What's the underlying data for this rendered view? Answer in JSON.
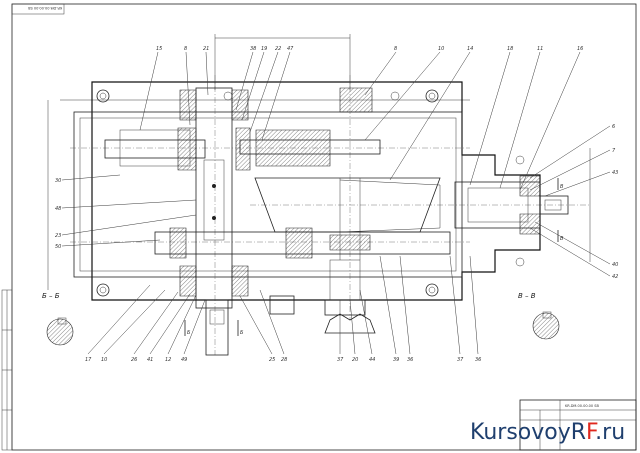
{
  "corner_stamp": "KR.DM.00.00.00 SB",
  "title_block": {
    "designation": "KR.DM.00.00.00 SB"
  },
  "sections": {
    "b_b": "Б – Б",
    "v_v": "В – В"
  },
  "view_marks": {
    "b": "Б",
    "v": "В"
  },
  "callouts_top": [
    "15",
    "8",
    "21",
    "38",
    "19",
    "22",
    "47",
    "8",
    "10",
    "14",
    "18",
    "11",
    "16"
  ],
  "callouts_left": [
    "30",
    "48",
    "23",
    "50"
  ],
  "callouts_right": [
    "6",
    "7",
    "43",
    "40",
    "42"
  ],
  "callouts_bottom": [
    "17",
    "10",
    "26",
    "41",
    "12",
    "49",
    "25",
    "28",
    "37",
    "20",
    "44",
    "39",
    "36",
    "37",
    "36"
  ],
  "watermark": {
    "part1": "KursovoyR",
    "part2": "F",
    "part3": ".ru"
  }
}
